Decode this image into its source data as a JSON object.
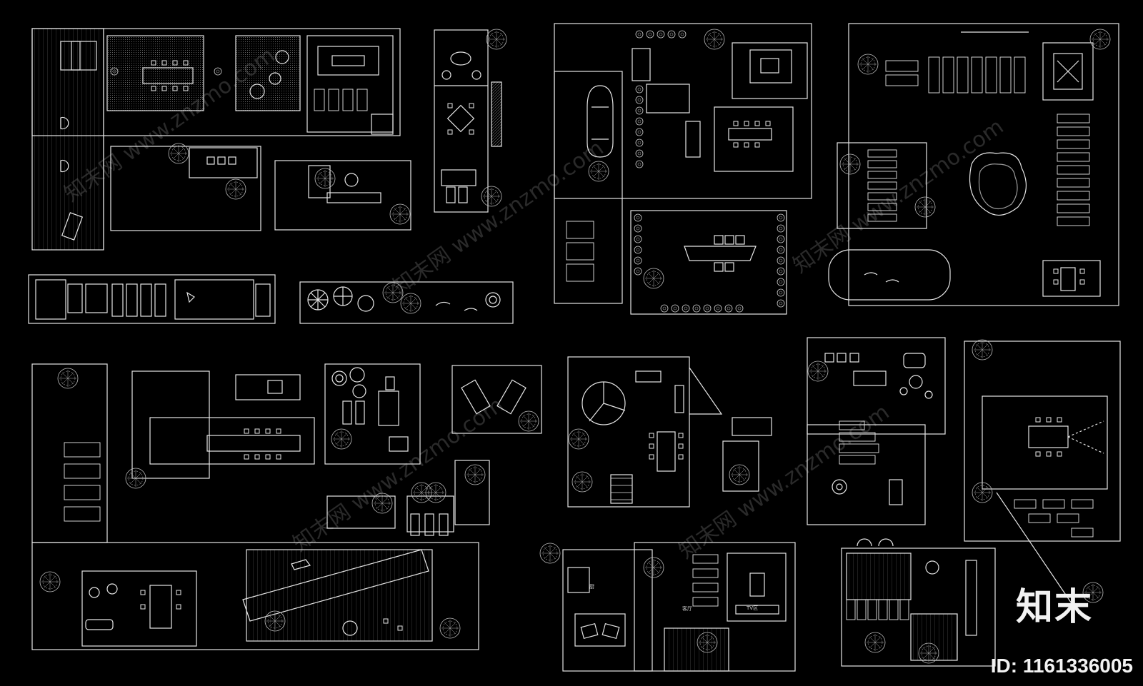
{
  "brand": {
    "mark": "知末",
    "id_label": "ID: 1161336005"
  },
  "watermark": {
    "text": "知末网 www.znzmo.com"
  },
  "labels": {
    "room_a": "厨",
    "room_b": "客厅",
    "room_c": "TV区"
  },
  "colors": {
    "background": "#000000",
    "line": "#e6e6e6",
    "dim_line": "#9a9a9a",
    "watermark": "#2a2a2a"
  }
}
